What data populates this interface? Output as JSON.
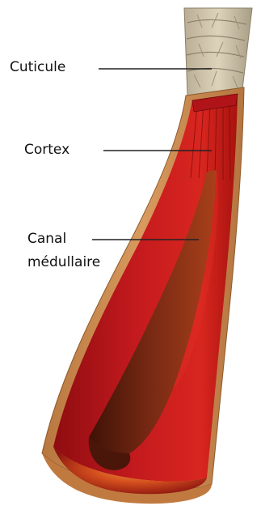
{
  "diagram": {
    "labels": {
      "cuticle": "Cuticule",
      "cortex": "Cortex",
      "canal_line1": "Canal",
      "canal_line2": "médullaire"
    },
    "colors": {
      "cuticle_scales": "#c9bfa6",
      "cuticle_edge": "#8a7f68",
      "outer_layer": "#c98a4e",
      "cortex_red": "#b8141a",
      "cortex_dark": "#6e0a0c",
      "canal": "#7a2a14",
      "leader_line": "#222222"
    }
  }
}
